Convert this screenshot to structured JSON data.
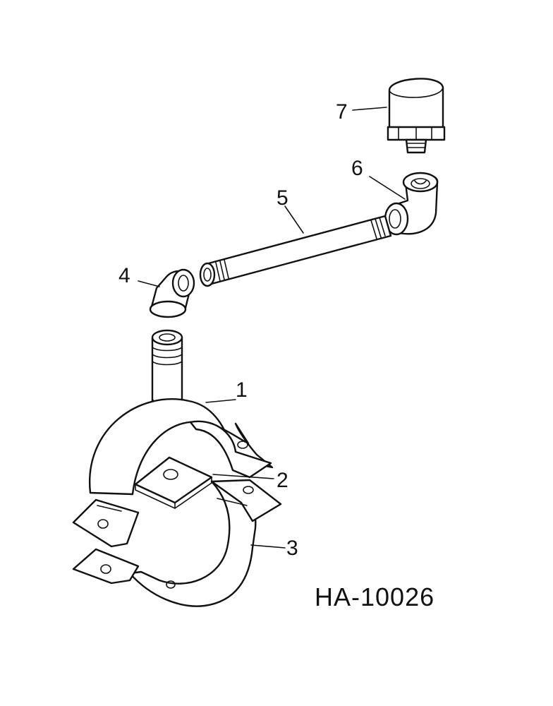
{
  "diagram": {
    "drawing_code": "HA-10026",
    "callouts": [
      {
        "id": "1",
        "part": "clamp-upper-half"
      },
      {
        "id": "2",
        "part": "plate"
      },
      {
        "id": "3",
        "part": "clamp-lower-half"
      },
      {
        "id": "4",
        "part": "elbow-lower"
      },
      {
        "id": "5",
        "part": "pipe-nipple-long"
      },
      {
        "id": "6",
        "part": "elbow-upper"
      },
      {
        "id": "7",
        "part": "breather-cap"
      }
    ]
  }
}
